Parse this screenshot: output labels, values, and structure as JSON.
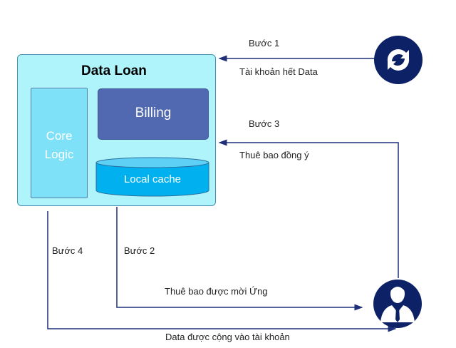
{
  "diagram": {
    "system": {
      "title": "Data Loan",
      "components": {
        "core_logic": "Core\nLogic",
        "billing": "Billing",
        "local_cache": "Local cache"
      }
    },
    "actors": {
      "system_actor_icon": "refresh-icon",
      "subscriber_icon": "user-icon"
    },
    "steps": [
      {
        "step": "Bước 1",
        "label": "Tài khoản hết Data"
      },
      {
        "step": "Bước 2",
        "label": "Thuê bao được mời Ứng"
      },
      {
        "step": "Bước 3",
        "label": "Thuê bao đồng ý"
      },
      {
        "step": "Bước 4",
        "label": "Data được cộng vào tài khoản"
      }
    ],
    "colors": {
      "container_fill": "#aff4fb",
      "core_fill": "#7fe1f7",
      "billing_fill": "#5169b1",
      "cache_fill": "#00b0ef",
      "arrow": "#1f2f78",
      "actor_fill": "#0d2167"
    }
  }
}
